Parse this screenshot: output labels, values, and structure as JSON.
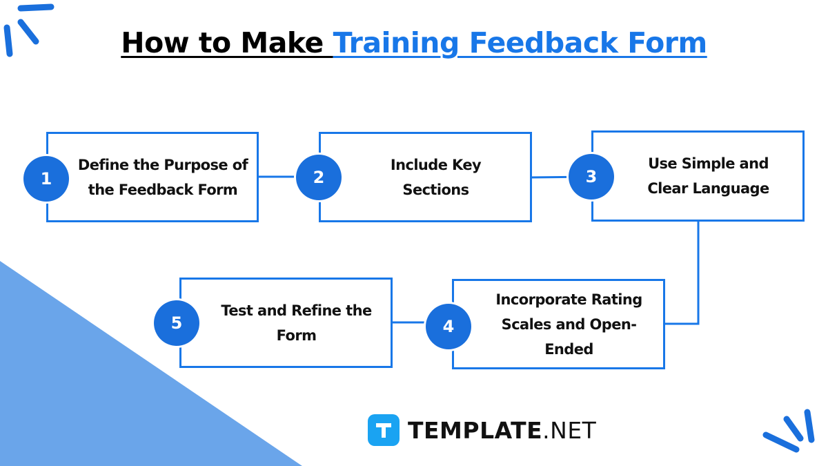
{
  "title": {
    "prefix": "How to Make ",
    "highlight": "Training Feedback Form"
  },
  "colors": {
    "accent": "#1877e8",
    "circle": "#1a6fdc",
    "triangle": "#6aa5ea",
    "text": "#111111"
  },
  "steps": [
    {
      "number": "1",
      "label": "Define the Purpose of the Feedback Form"
    },
    {
      "number": "2",
      "label": "Include Key Sections"
    },
    {
      "number": "3",
      "label": "Use Simple and Clear Language"
    },
    {
      "number": "4",
      "label": "Incorporate Rating Scales and Open-Ended"
    },
    {
      "number": "5",
      "label": "Test and Refine the Form"
    }
  ],
  "logo": {
    "icon": "template-t-icon",
    "brand": "TEMPLATE",
    "suffix": ".NET"
  }
}
